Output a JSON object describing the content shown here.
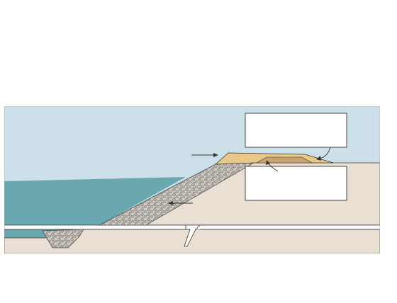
{
  "diagram": {
    "kind": "seawall cross-section",
    "colors": {
      "sky": "#cde0e9",
      "sea": "#6aa8b0",
      "sea_deep": "#5d9aa2",
      "ground": "#eadfd3",
      "armour_fill": "#cfcac4",
      "armour_stroke": "#555555",
      "crest_fill": "#c9a46f",
      "crest_light": "#e8c98a",
      "outline": "#333333"
    },
    "callouts": [
      {
        "id": "callout-top",
        "text": ""
      },
      {
        "id": "callout-bottom",
        "text": ""
      }
    ],
    "arrows": [
      {
        "id": "arrow-to-crest",
        "direction": "right"
      },
      {
        "id": "arrow-to-slope",
        "direction": "left"
      },
      {
        "id": "arrow-top-callout",
        "direction": "curved-down-left"
      },
      {
        "id": "arrow-bottom-callout",
        "direction": "curved-up-left"
      }
    ],
    "icons": [
      "rock-armour-texture",
      "break-symbol"
    ]
  }
}
